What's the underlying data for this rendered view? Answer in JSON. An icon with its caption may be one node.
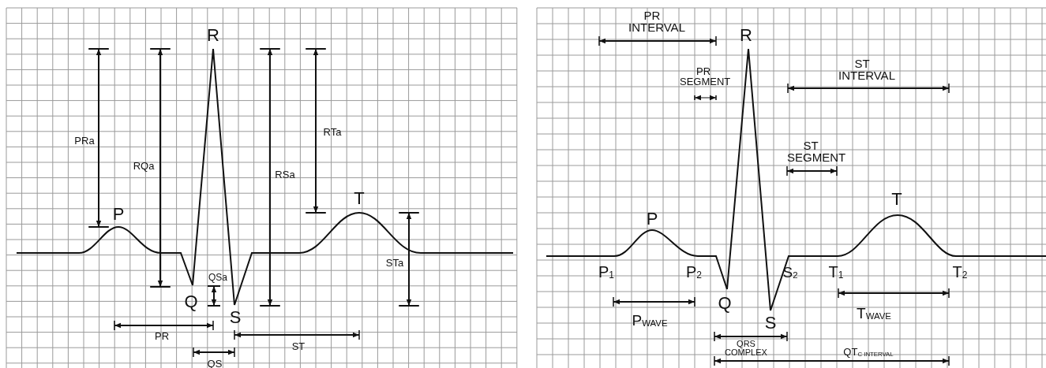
{
  "diagram": {
    "labels": [
      "R",
      "PRa",
      "RTa",
      "RQa",
      "RSa",
      "P",
      "T",
      "STa",
      "QSa",
      "Q",
      "S",
      "PR",
      "ST",
      "QS",
      "PR INTERVAL",
      "R",
      "PR SEGMENT",
      "ST INTERVAL",
      "ST SEGMENT",
      "T",
      "P",
      "P$_{1}$",
      "P$_{2}$",
      "S$_{2}$",
      "T$_{1}$",
      "T$_{2}$",
      "Q",
      "T$_{WAVE}$",
      "P$_{WAVE}$",
      "S",
      "QRS COMPLEX",
      "QT$_{C INTERVAL}$"
    ]
  }
}
